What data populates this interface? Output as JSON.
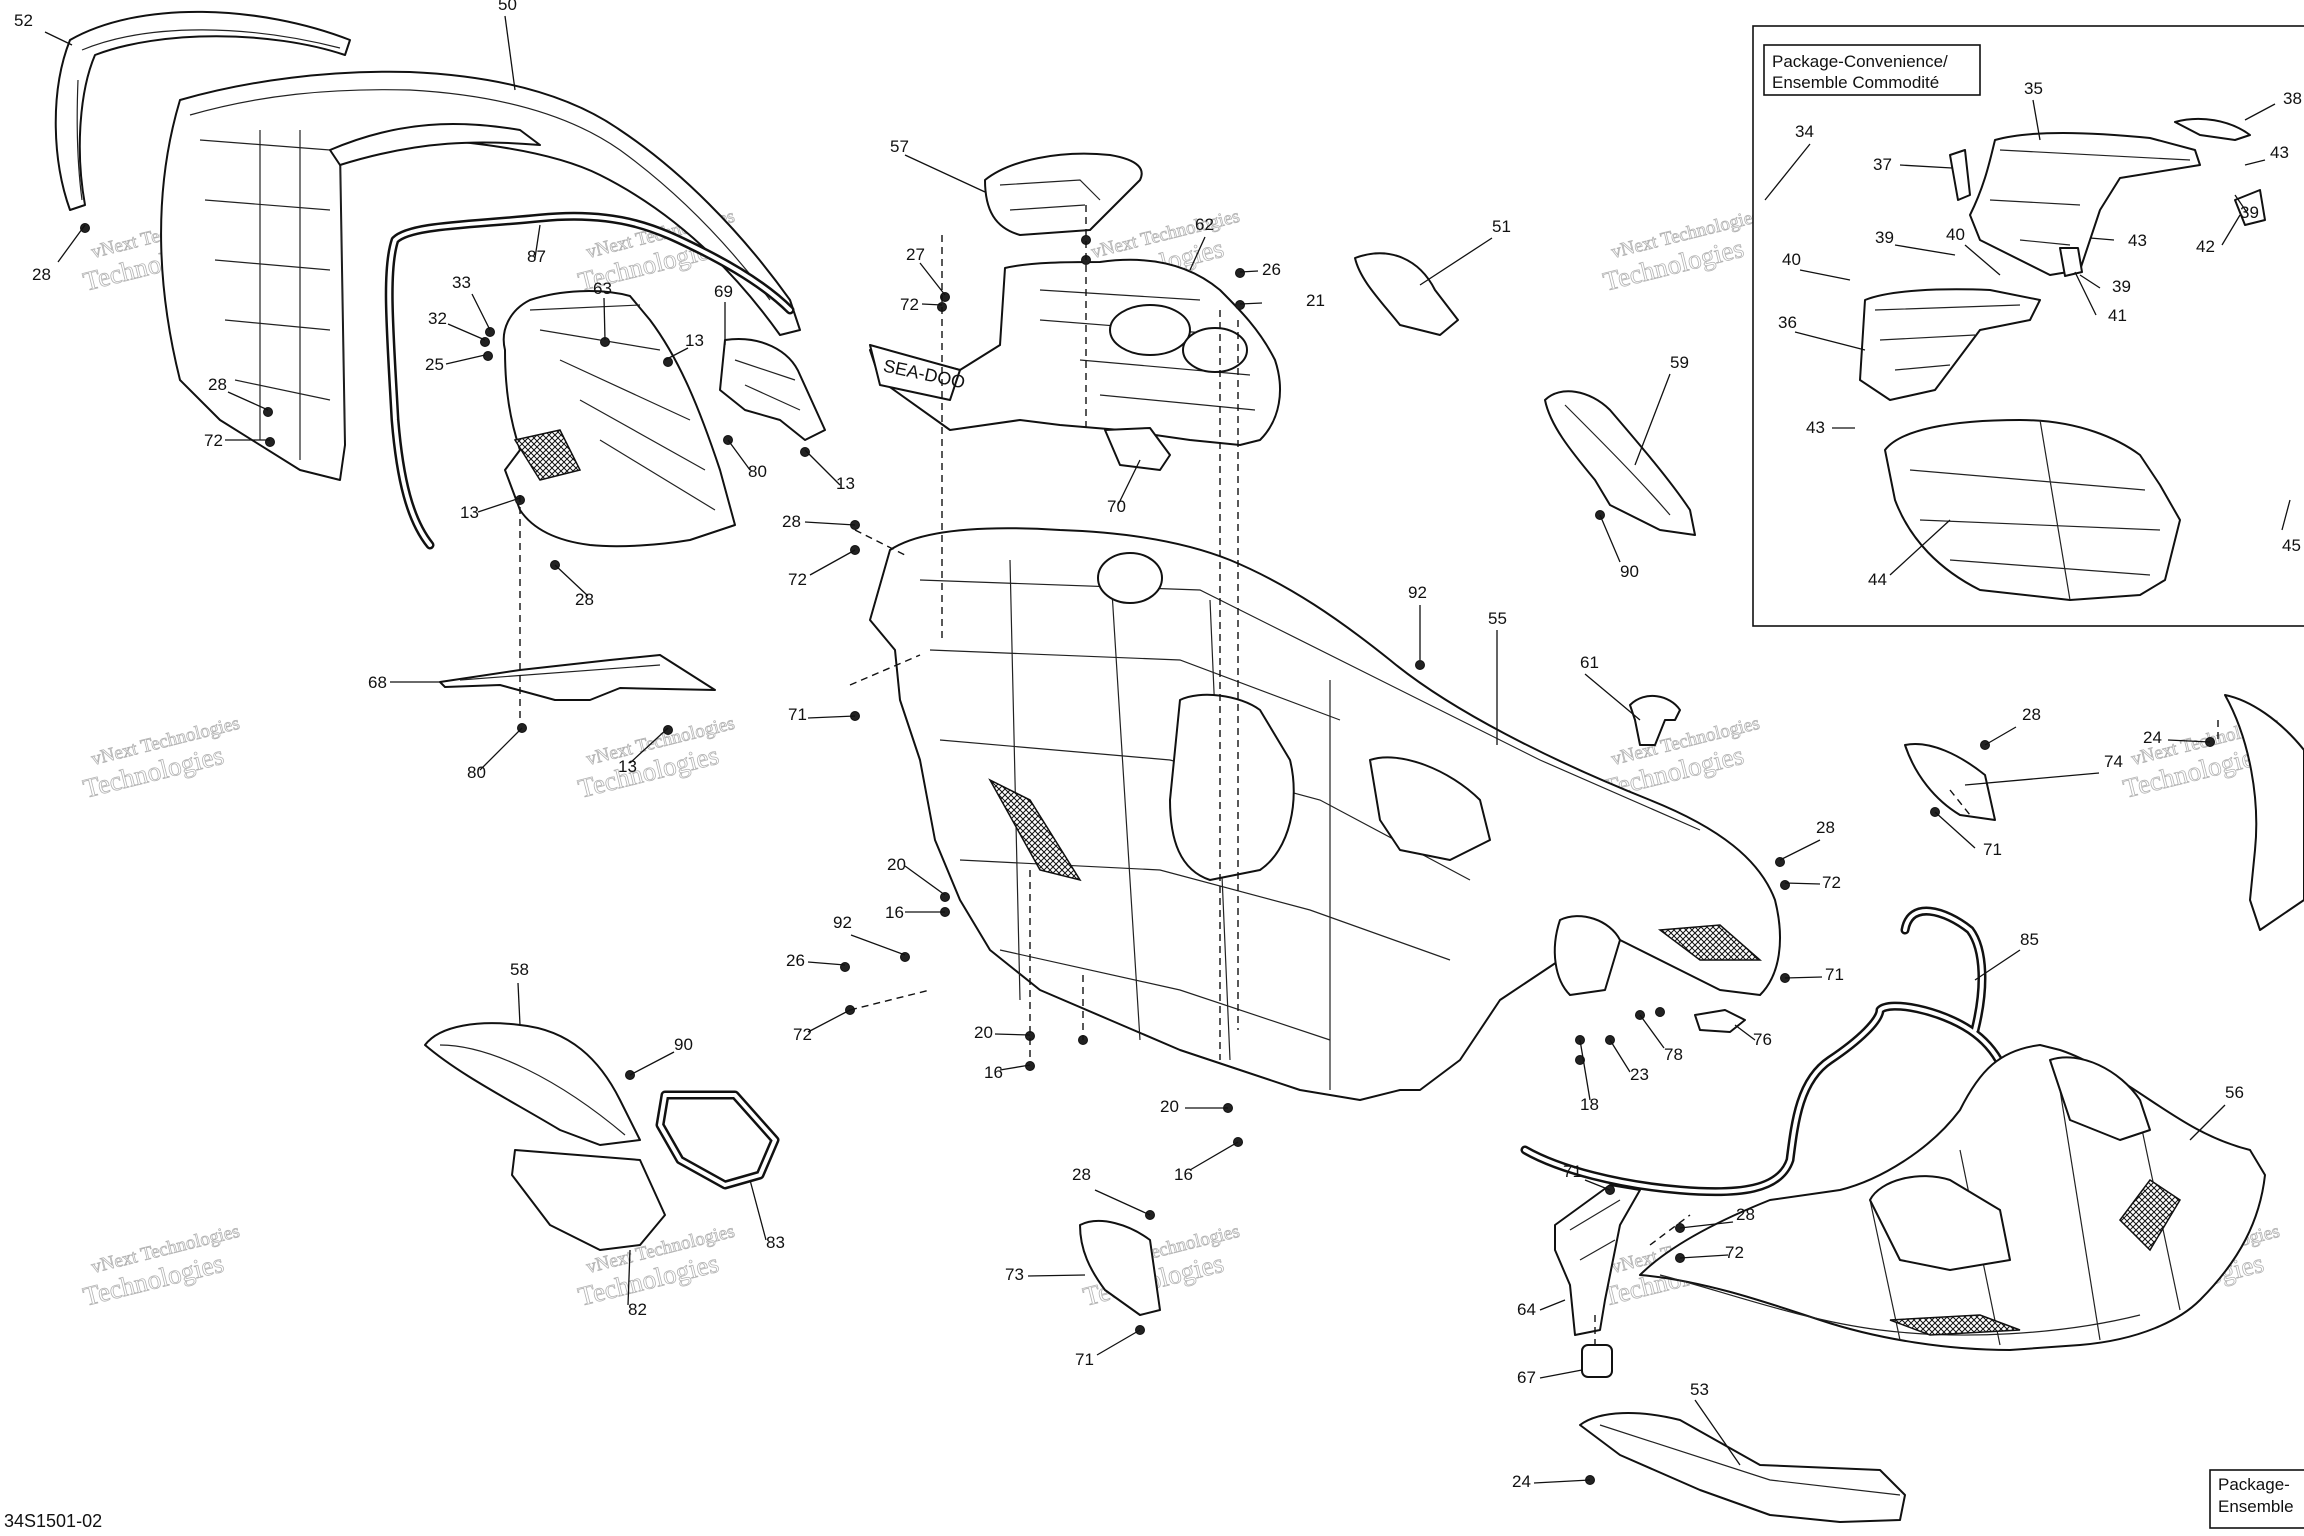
{
  "diagram_code": "34S1501-02",
  "watermark": {
    "line1": "vNext Technologies",
    "line2": "Technologies"
  },
  "inset_box": {
    "title_line1": "Package-Convenience/",
    "title_line2": "Ensemble Commodité"
  },
  "cut_box": {
    "title_line1": "Package-",
    "title_line2": "Ensemble"
  },
  "brand_mark": "SEA-DOO",
  "callouts": [
    {
      "id": "c52a",
      "label": "52"
    },
    {
      "id": "c50",
      "label": "50"
    },
    {
      "id": "c28a",
      "label": "28"
    },
    {
      "id": "c87",
      "label": "87"
    },
    {
      "id": "c33",
      "label": "33"
    },
    {
      "id": "c32",
      "label": "32"
    },
    {
      "id": "c25",
      "label": "25"
    },
    {
      "id": "c63",
      "label": "63"
    },
    {
      "id": "c69",
      "label": "69"
    },
    {
      "id": "c13a",
      "label": "13"
    },
    {
      "id": "c28b",
      "label": "28"
    },
    {
      "id": "c72a",
      "label": "72"
    },
    {
      "id": "c80a",
      "label": "80"
    },
    {
      "id": "c13b",
      "label": "13"
    },
    {
      "id": "c13c",
      "label": "13"
    },
    {
      "id": "c28c",
      "label": "28"
    },
    {
      "id": "c68",
      "label": "68"
    },
    {
      "id": "c80b",
      "label": "80"
    },
    {
      "id": "c13d",
      "label": "13"
    },
    {
      "id": "c57",
      "label": "57"
    },
    {
      "id": "c27",
      "label": "27"
    },
    {
      "id": "c72b",
      "label": "72"
    },
    {
      "id": "c62",
      "label": "62"
    },
    {
      "id": "c26a",
      "label": "26"
    },
    {
      "id": "c21",
      "label": "21"
    },
    {
      "id": "c51",
      "label": "51"
    },
    {
      "id": "c70",
      "label": "70"
    },
    {
      "id": "c28d",
      "label": "28"
    },
    {
      "id": "c72c",
      "label": "72"
    },
    {
      "id": "c59",
      "label": "59"
    },
    {
      "id": "c90a",
      "label": "90"
    },
    {
      "id": "c92a",
      "label": "92"
    },
    {
      "id": "c55",
      "label": "55"
    },
    {
      "id": "c61",
      "label": "61"
    },
    {
      "id": "c71a",
      "label": "71"
    },
    {
      "id": "c20a",
      "label": "20"
    },
    {
      "id": "c16a",
      "label": "16"
    },
    {
      "id": "c92b",
      "label": "92"
    },
    {
      "id": "c26b",
      "label": "26"
    },
    {
      "id": "c72d",
      "label": "72"
    },
    {
      "id": "c58",
      "label": "58"
    },
    {
      "id": "c90b",
      "label": "90"
    },
    {
      "id": "c20b",
      "label": "20"
    },
    {
      "id": "c16b",
      "label": "16"
    },
    {
      "id": "c20c",
      "label": "20"
    },
    {
      "id": "c16c",
      "label": "16"
    },
    {
      "id": "c83",
      "label": "83"
    },
    {
      "id": "c82",
      "label": "82"
    },
    {
      "id": "c28e",
      "label": "28"
    },
    {
      "id": "c73",
      "label": "73"
    },
    {
      "id": "c71b",
      "label": "71"
    },
    {
      "id": "c28f",
      "label": "28"
    },
    {
      "id": "c74",
      "label": "74"
    },
    {
      "id": "c71c",
      "label": "71"
    },
    {
      "id": "c28g",
      "label": "28"
    },
    {
      "id": "c72e",
      "label": "72"
    },
    {
      "id": "c71d",
      "label": "71"
    },
    {
      "id": "c85",
      "label": "85"
    },
    {
      "id": "c76",
      "label": "76"
    },
    {
      "id": "c78",
      "label": "78"
    },
    {
      "id": "c23",
      "label": "23"
    },
    {
      "id": "c18",
      "label": "18"
    },
    {
      "id": "c24a",
      "label": "24"
    },
    {
      "id": "c56",
      "label": "56"
    },
    {
      "id": "c71e",
      "label": "71"
    },
    {
      "id": "c28h",
      "label": "28"
    },
    {
      "id": "c72f",
      "label": "72"
    },
    {
      "id": "c64",
      "label": "64"
    },
    {
      "id": "c67",
      "label": "67"
    },
    {
      "id": "c53",
      "label": "53"
    },
    {
      "id": "c24b",
      "label": "24"
    },
    {
      "id": "c34",
      "label": "34"
    },
    {
      "id": "c35",
      "label": "35"
    },
    {
      "id": "c38",
      "label": "38"
    },
    {
      "id": "c43a",
      "label": "43"
    },
    {
      "id": "c37",
      "label": "37"
    },
    {
      "id": "c39a",
      "label": "39"
    },
    {
      "id": "c42",
      "label": "42"
    },
    {
      "id": "c39b",
      "label": "39"
    },
    {
      "id": "c40a",
      "label": "40"
    },
    {
      "id": "c43b",
      "label": "43"
    },
    {
      "id": "c40b",
      "label": "40"
    },
    {
      "id": "c39c",
      "label": "39"
    },
    {
      "id": "c41",
      "label": "41"
    },
    {
      "id": "c36",
      "label": "36"
    },
    {
      "id": "c43c",
      "label": "43"
    },
    {
      "id": "c44",
      "label": "44"
    },
    {
      "id": "c45",
      "label": "45"
    }
  ]
}
